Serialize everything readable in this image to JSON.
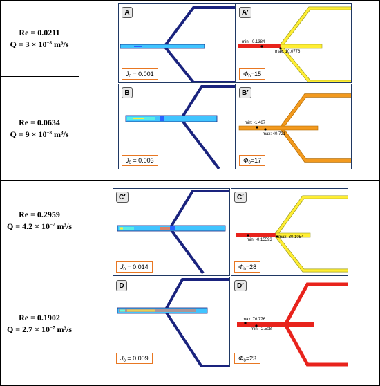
{
  "rows": [
    {
      "re": "Re = 0.0211",
      "q_base": "Q = 3 × 10",
      "q_exp": "−8",
      "q_unit": " m³/s"
    },
    {
      "re": "Re = 0.0634",
      "q_base": "Q = 9 × 10",
      "q_exp": "−8",
      "q_unit": " m³/s"
    },
    {
      "re": "Re = 0.2959",
      "q_base": "Q = 4.2 × 10",
      "q_exp": "−7",
      "q_unit": " m³/s"
    },
    {
      "re": "Re = 0.1902",
      "q_base": "Q = 2.7 × 10",
      "q_exp": "−7",
      "q_unit": " m³/s"
    }
  ],
  "panels": {
    "A": {
      "tag": "A",
      "param_sym": "J",
      "param_sub": "0",
      "param_val": "= 0.001"
    },
    "A2": {
      "tag": "A′",
      "param_sym": "Φ",
      "param_sub": "0",
      "param_val": "=15",
      "min": "min: -0.1384",
      "max": "max: 10.0776"
    },
    "B": {
      "tag": "B",
      "param_sym": "J",
      "param_sub": "0",
      "param_val": "= 0.003"
    },
    "B2": {
      "tag": "B′",
      "param_sym": "Φ",
      "param_sub": "0",
      "param_val": "=17",
      "min": "min: -1.467",
      "max": "max: 40.721"
    },
    "C": {
      "tag": "C′",
      "param_sym": "J",
      "param_sub": "0",
      "param_val": "= 0.014"
    },
    "C2": {
      "tag": "C′",
      "param_sym": "Φ",
      "param_sub": "0",
      "param_val": "=28",
      "min": "min: -0.15593",
      "max": "max: 30.1054"
    },
    "D": {
      "tag": "D",
      "param_sym": "J",
      "param_sub": "0",
      "param_val": "= 0.009"
    },
    "D2": {
      "tag": "D′",
      "param_sym": "Φ",
      "param_sub": "0",
      "param_val": "=23",
      "min": "min: -2.508",
      "max": "max: 76.776"
    }
  },
  "colors": {
    "dark_blue": "#1a237e",
    "cyan": "#40c4ff",
    "yellow": "#ffee33",
    "orange": "#f39a1e",
    "red": "#e8231c",
    "panel_border": "#1f3864",
    "param_border": "#e87722"
  }
}
